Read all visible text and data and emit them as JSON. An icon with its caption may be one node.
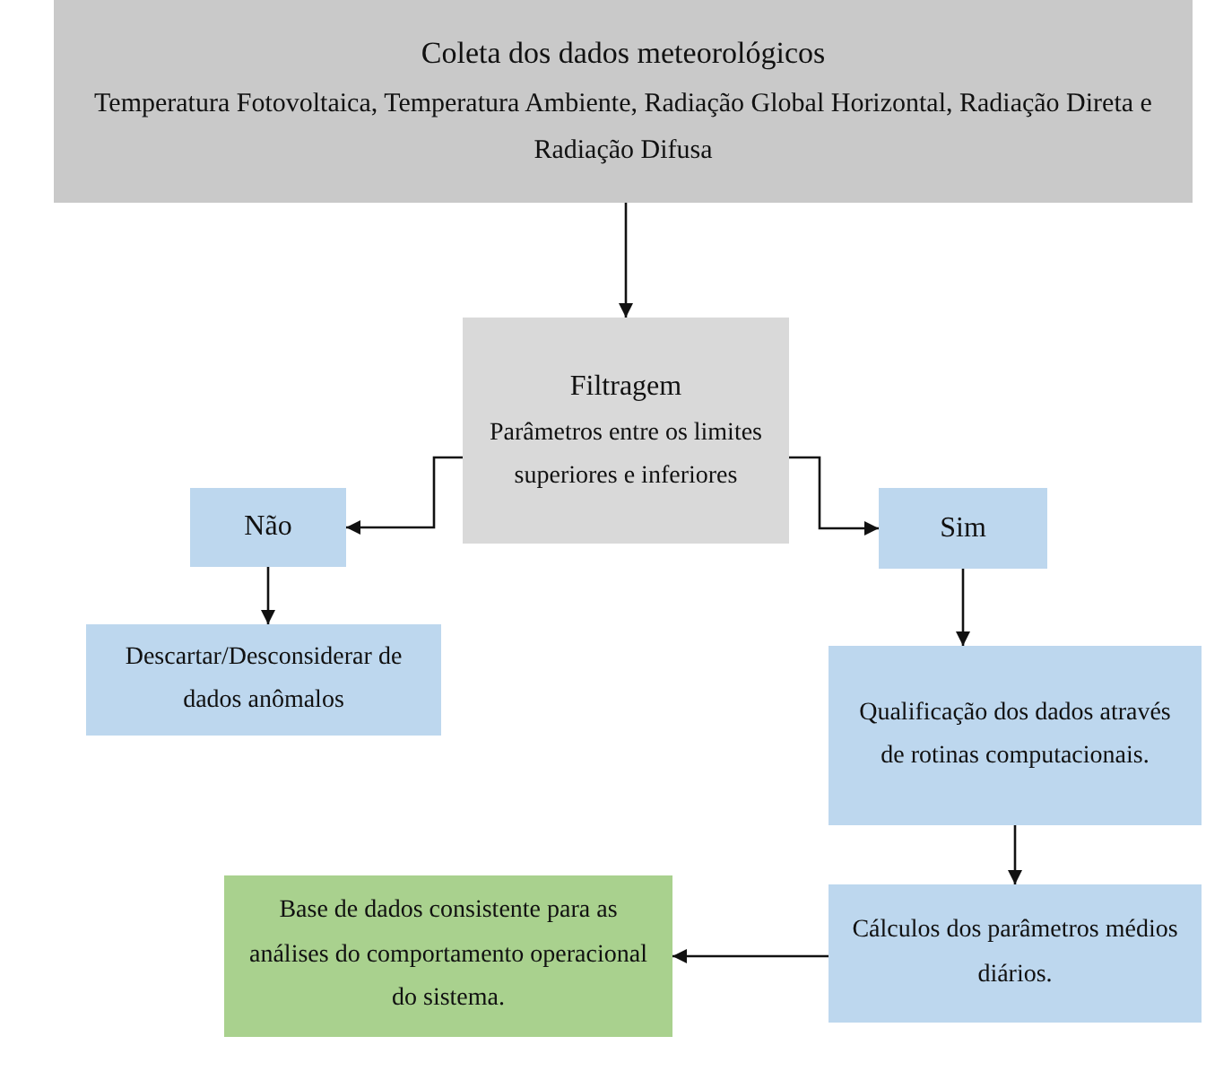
{
  "diagram": {
    "nodes": [
      {
        "text": [
          "Coleta dos dados meteorológicos",
          "Temperatura Fotovoltaica, Temperatura Ambiente, Radiação Global Horizontal, Radiação Direta e Radiação Difusa"
        ]
      },
      {
        "text": [
          "Filtragem",
          "Parâmetros entre os limites superiores e inferiores"
        ]
      },
      {
        "text": [
          "Não"
        ]
      },
      {
        "text": [
          "Sim"
        ]
      },
      {
        "text": [
          "Descartar/Desconsiderar de dados anômalos"
        ]
      },
      {
        "text": [
          "Qualificação dos dados através de rotinas computacionais."
        ]
      },
      {
        "text": [
          "Cálculos dos parâmetros médios diários."
        ]
      },
      {
        "text": [
          "Base de dados consistente para as análises do comportamento operacional do sistema."
        ]
      }
    ],
    "edges": [
      {
        "from": 0,
        "to": 1,
        "arrow": "to"
      },
      {
        "from": 1,
        "to": 2,
        "arrow": "to"
      },
      {
        "from": 1,
        "to": 3,
        "arrow": "to"
      },
      {
        "from": 2,
        "to": 4,
        "arrow": "to"
      },
      {
        "from": 3,
        "to": 5,
        "arrow": "to"
      },
      {
        "from": 5,
        "to": 6,
        "arrow": "to"
      },
      {
        "from": 6,
        "to": 7,
        "arrow": "to"
      }
    ]
  }
}
